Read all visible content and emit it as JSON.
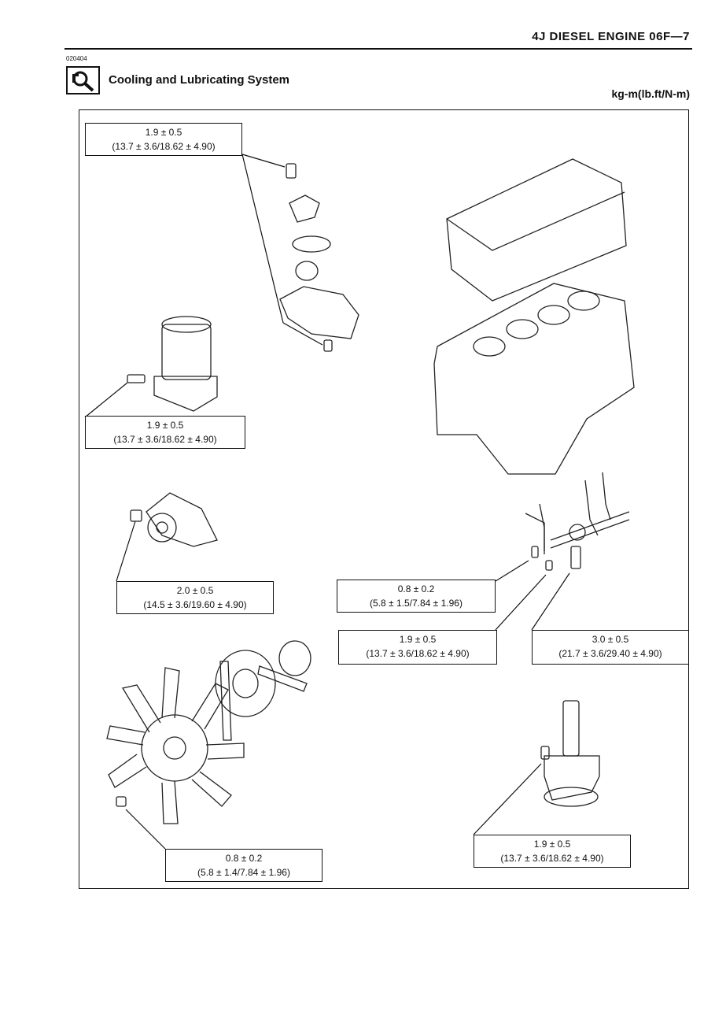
{
  "header": {
    "title": "4J DIESEL ENGINE  06F—7"
  },
  "section": {
    "code": "020404",
    "icon": "wrench-magnifier-icon",
    "title": "Cooling and Lubricating System",
    "units": "kg-m(lb.ft/N-m)"
  },
  "callouts": {
    "thermostat_bolt": {
      "metric": "1.9 ± 0.5",
      "detail": "(13.7 ± 3.6/18.62 ± 4.90)"
    },
    "oil_filter_bolt": {
      "metric": "1.9 ± 0.5",
      "detail": "(13.7 ± 3.6/18.62 ± 4.90)"
    },
    "water_pump_bolt": {
      "metric": "2.0 ± 0.5",
      "detail": "(14.5 ± 3.6/19.60 ± 4.90)"
    },
    "oil_jet_small": {
      "metric": "0.8 ± 0.2",
      "detail": "(5.8 ± 1.5/7.84 ± 1.96)"
    },
    "oil_jet_bolt": {
      "metric": "1.9 ± 0.5",
      "detail": "(13.7 ± 3.6/18.62 ± 4.90)"
    },
    "oil_jet_check": {
      "metric": "3.0 ± 0.5",
      "detail": "(21.7 ± 3.6/29.40 ± 4.90)"
    },
    "oil_pump_bolt": {
      "metric": "1.9 ± 0.5",
      "detail": "(13.7 ± 3.6/18.62 ± 4.90)"
    },
    "fan_bolt": {
      "metric": "0.8 ± 0.2",
      "detail": "(5.8 ± 1.4/7.84 ± 1.96)"
    }
  }
}
